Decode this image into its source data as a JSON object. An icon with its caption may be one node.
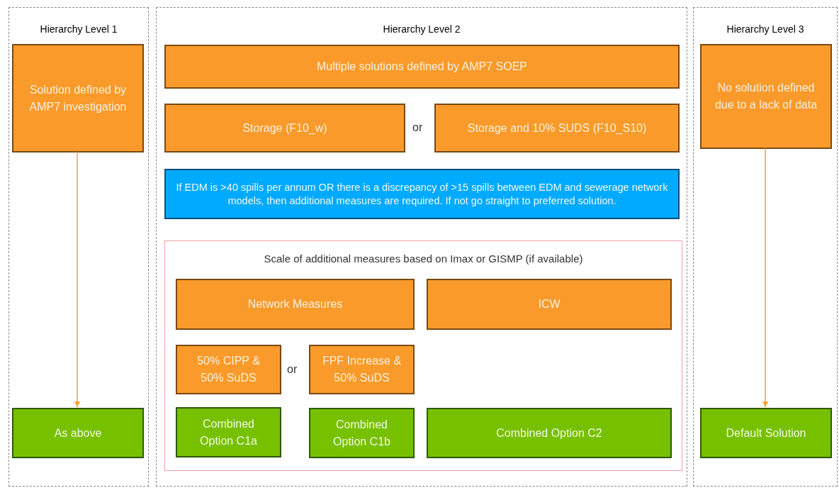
{
  "diagram": {
    "nodes": [
      {
        "text": [
          "Hierarchy Level 1"
        ]
      },
      {
        "text": [
          "Solution defined by AMP7 investigation"
        ],
        "in": 0
      },
      {
        "text": [
          "As above"
        ],
        "in": 0
      },
      {
        "text": [
          "Hierarchy Level 2"
        ]
      },
      {
        "text": [
          "Multiple solutions defined by AMP7 SOEP"
        ],
        "in": 3
      },
      {
        "text": [
          "Storage (F10_w)"
        ],
        "in": 3
      },
      {
        "text": [
          "Storage and 10% SUDS (F10_S10)"
        ],
        "in": 3
      },
      {
        "text": [
          "If EDM is >40 spills per annum OR there is a discrepancy of >15 spills between EDM and sewerage network models, then additional measures are required. If not go straight to preferred solution."
        ],
        "in": 3
      },
      {
        "text": [
          "Scale of additional measures based on Imax or GISMP (if available)"
        ],
        "in": 3
      },
      {
        "text": [
          "Network Measures"
        ],
        "in": 8
      },
      {
        "text": [
          "ICW"
        ],
        "in": 8
      },
      {
        "text": [
          "50% CIPP & 50% SuDS"
        ],
        "in": 8
      },
      {
        "text": [
          "FPF Increase & 50% SuDS"
        ],
        "in": 8
      },
      {
        "text": [
          "Combined Option C1a"
        ],
        "in": 8
      },
      {
        "text": [
          "Combined Option C1b"
        ],
        "in": 8
      },
      {
        "text": [
          "Combined Option C2"
        ],
        "in": 8
      },
      {
        "text": [
          "Hierarchy Level 3"
        ]
      },
      {
        "text": [
          "No solution defined due to a lack of data"
        ],
        "in": 16
      },
      {
        "text": [
          "Default Solution"
        ],
        "in": 16
      }
    ],
    "edges": [
      {
        "from": 1,
        "to": 2,
        "arrow": "to",
        "color": "#f7a034"
      },
      {
        "from": 17,
        "to": 18,
        "arrow": "to",
        "color": "#f7a034"
      }
    ],
    "labels": [
      "or",
      "or"
    ]
  }
}
